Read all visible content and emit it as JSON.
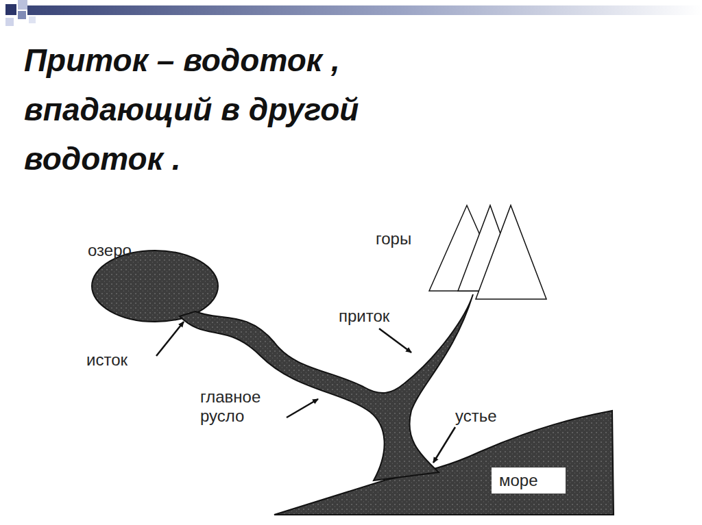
{
  "diagram": {
    "title": "Приток – водоток , впадающий в другой водоток .",
    "nodes": [
      {
        "text": [
          "море"
        ]
      }
    ],
    "labels": [
      "озеро",
      "горы",
      "приток",
      "исток",
      "главное русло",
      "устье"
    ]
  }
}
